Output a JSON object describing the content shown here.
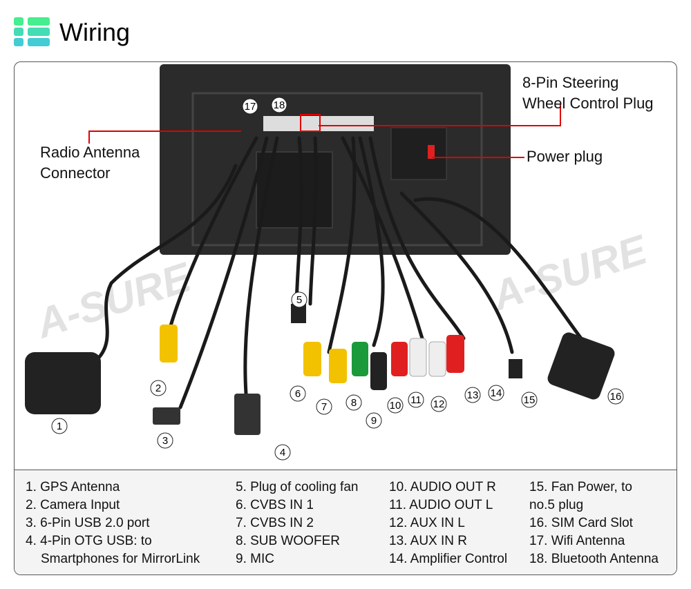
{
  "header": {
    "title": "Wiring",
    "icon": "list-icon",
    "icon_colors": [
      "#45ee8e",
      "#44dcb5",
      "#43ccd4"
    ]
  },
  "diagram": {
    "watermark": "A-SURE",
    "callouts": {
      "radio_antenna": [
        "Radio Antenna",
        "Connector"
      ],
      "steering": [
        "8-Pin Steering",
        "Wheel Control Plug"
      ],
      "power": "Power plug"
    },
    "numbers": [
      "1",
      "2",
      "3",
      "4",
      "5",
      "6",
      "7",
      "8",
      "9",
      "10",
      "11",
      "12",
      "13",
      "14",
      "15",
      "16",
      "17",
      "18"
    ],
    "colors": {
      "callout_line": "#e00000",
      "unit": "#2b2b2b",
      "cable": "#1a1a1a",
      "rca_yellow": "#f2c200",
      "rca_green": "#1a9a3a",
      "rca_red": "#e02020",
      "rca_white": "#f2f2f2",
      "rca_black": "#222222"
    }
  },
  "legend": {
    "col1": [
      "1. GPS Antenna",
      "2. Camera Input",
      "3. 6-Pin USB 2.0 port",
      "4. 4-Pin OTG USB: to",
      "Smartphones for MirrorLink"
    ],
    "col2": [
      "5. Plug of cooling fan",
      "6. CVBS IN 1",
      "7. CVBS IN 2",
      "8. SUB WOOFER",
      "9. MIC"
    ],
    "col3": [
      "10. AUDIO OUT R",
      "11. AUDIO OUT L",
      "12. AUX IN L",
      "13. AUX IN R",
      "14. Amplifier Control"
    ],
    "col4": [
      "15. Fan Power, to",
      "no.5 plug",
      "16. SIM Card Slot",
      "17. Wifi Antenna",
      "18. Bluetooth Antenna"
    ]
  }
}
